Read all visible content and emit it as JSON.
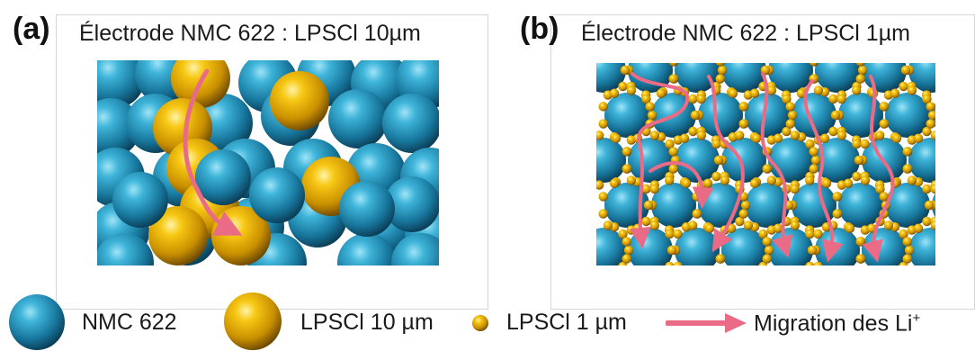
{
  "panels": [
    {
      "letter": "(a)",
      "title": "Électrode NMC 622 : LPSCl 10µm"
    },
    {
      "letter": "(b)",
      "title": "Électrode NMC 622 : LPSCl 1µm"
    }
  ],
  "legend": [
    {
      "label": "NMC 622",
      "color": "#1f8fb8",
      "icon": "blue-sphere-icon"
    },
    {
      "label": "LPSCl 10 µm",
      "color": "#e6b000",
      "icon": "gold-sphere-icon"
    },
    {
      "label": "LPSCl 1 µm",
      "color": "#e6b000",
      "icon": "small-gold-sphere-icon"
    },
    {
      "label": "Migration des Li",
      "superscript": "+",
      "color": "#ea6b86",
      "icon": "arrow-icon"
    }
  ],
  "colors": {
    "nmc": "#1f8fb8",
    "lpscl": "#e6b000",
    "arrow": "#ea6b86"
  }
}
